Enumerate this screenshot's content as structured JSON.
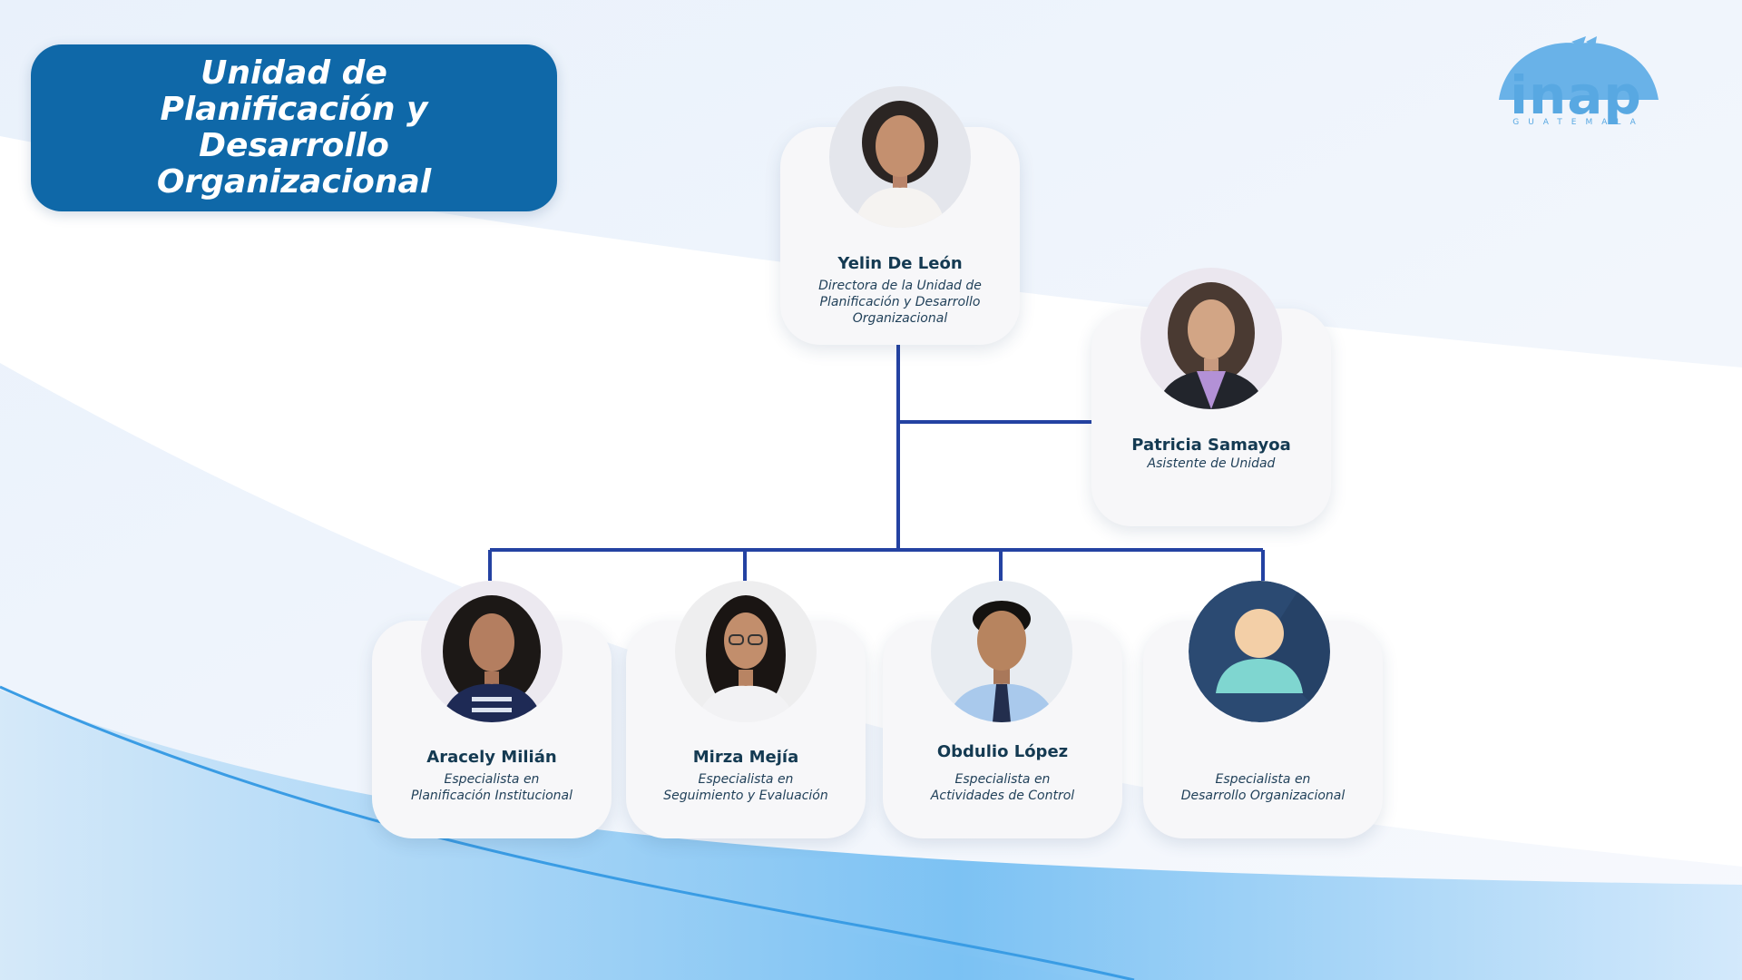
{
  "header": {
    "title": "Unidad de Planificación y Desarrollo Organizacional"
  },
  "logo": {
    "wordmark": "inap",
    "subtitle": "GUATEMALA",
    "color": "#58a8e2"
  },
  "colors": {
    "title_box": "#0f68a8",
    "connector": "#2442a2",
    "name_text": "#143a52"
  },
  "people": {
    "director": {
      "name": "Yelin De León",
      "role": "Directora de la Unidad de\nPlanificación y Desarrollo\nOrganizacional"
    },
    "assistant": {
      "name": "Patricia Samayoa",
      "role": "Asistente de Unidad"
    },
    "specialist_1": {
      "name": "Aracely Milián",
      "role": "Especialista en\nPlanificación Institucional"
    },
    "specialist_2": {
      "name": "Mirza Mejía",
      "role": "Especialista en\nSeguimiento y Evaluación"
    },
    "specialist_3": {
      "name": "Obdulio López",
      "role": "Especialista en\nActividades de Control"
    },
    "specialist_4": {
      "name": "",
      "role": "Especialista en\nDesarrollo Organizacional",
      "avatar_icon": "user-placeholder-icon"
    }
  }
}
